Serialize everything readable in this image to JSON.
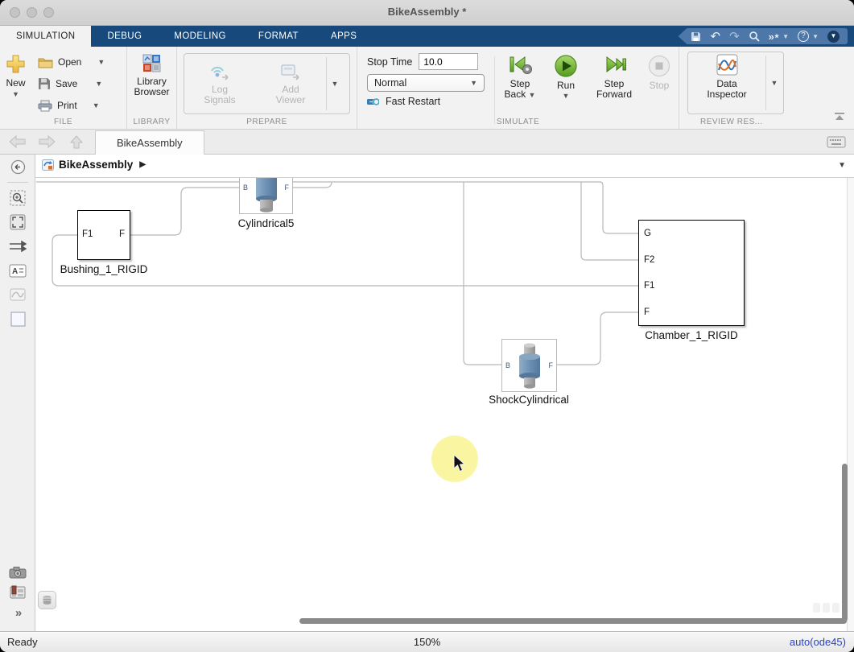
{
  "window": {
    "title": "BikeAssembly *"
  },
  "tab_bar": {
    "tabs": [
      {
        "label": "SIMULATION",
        "active": true
      },
      {
        "label": "DEBUG",
        "active": false
      },
      {
        "label": "MODELING",
        "active": false
      },
      {
        "label": "FORMAT",
        "active": false
      },
      {
        "label": "APPS",
        "active": false
      }
    ]
  },
  "quick_access_icons": [
    "save-icon",
    "undo-icon",
    "redo-icon",
    "search-icon",
    "shortcuts-icon",
    "help-icon",
    "expand-icon"
  ],
  "ribbon": {
    "file": {
      "section": "FILE",
      "new_label": "New",
      "open_label": "Open",
      "save_label": "Save",
      "print_label": "Print"
    },
    "library": {
      "section": "LIBRARY",
      "browser_line1": "Library",
      "browser_line2": "Browser"
    },
    "prepare": {
      "section": "PREPARE",
      "log_line1": "Log",
      "log_line2": "Signals",
      "viewer_line1": "Add",
      "viewer_line2": "Viewer"
    },
    "simulate": {
      "section": "SIMULATE",
      "stop_time_label": "Stop Time",
      "stop_time_value": "10.0",
      "mode_value": "Normal",
      "fast_restart_label": "Fast Restart",
      "step_back_line1": "Step",
      "step_back_line2": "Back",
      "run_label": "Run",
      "step_fwd_line1": "Step",
      "step_fwd_line2": "Forward",
      "stop_label": "Stop"
    },
    "review": {
      "section": "REVIEW RES...",
      "di_line1": "Data",
      "di_line2": "Inspector"
    }
  },
  "nav": {
    "document_tab": "BikeAssembly"
  },
  "breadcrumb": {
    "model_name": "BikeAssembly"
  },
  "canvas": {
    "blocks": {
      "cylindrical5": {
        "name": "Cylindrical5",
        "port_b": "B",
        "port_f": "F"
      },
      "bushing": {
        "name": "Bushing_1_RIGID",
        "port_f1": "F1",
        "port_f": "F"
      },
      "chamber": {
        "name": "Chamber_1_RIGID",
        "port_g": "G",
        "port_f2": "F2",
        "port_f1": "F1",
        "port_f": "F"
      },
      "shock": {
        "name": "ShockCylindrical",
        "port_b": "B",
        "port_f": "F"
      }
    }
  },
  "status_bar": {
    "status": "Ready",
    "zoom_level": "150%",
    "solver": "auto(ode45)"
  },
  "colors": {
    "tab_bar_blue": "#17497d",
    "quick_access_blue": "#4c77a8",
    "run_green": "#6aa82f",
    "solver_link_blue": "#2743c8",
    "click_highlight_yellow": "#faf5a0",
    "wire_gray": "#b8b8b8"
  }
}
